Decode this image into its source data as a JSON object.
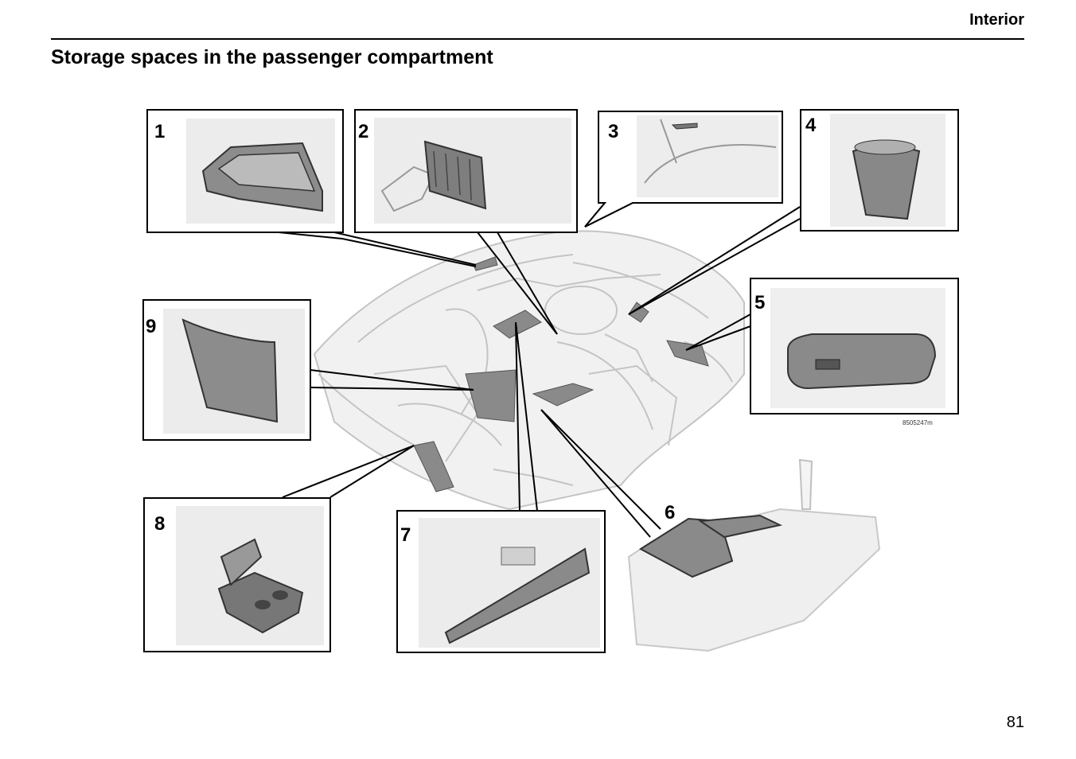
{
  "header": {
    "section": "Interior"
  },
  "title": "Storage spaces in the passenger compartment",
  "figure": {
    "callouts": [
      "1",
      "2",
      "3",
      "4",
      "5",
      "6",
      "7",
      "8",
      "9"
    ],
    "code": "8505247m"
  },
  "page_number": "81"
}
